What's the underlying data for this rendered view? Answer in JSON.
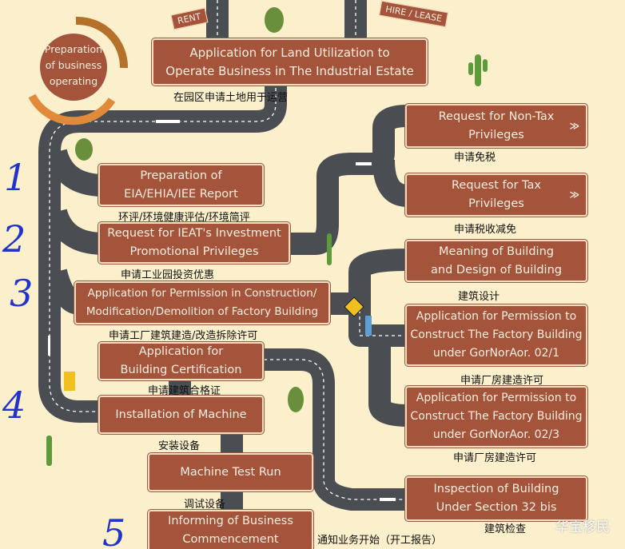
{
  "badge": "Preparation\nof business\noperating",
  "signs_top": {
    "rent": "RENT",
    "hire": "HIRE / LEASE"
  },
  "steps": {
    "land": {
      "en": "Application for Land Utilization to\nOperate Business in The Industrial Estate",
      "cn": "在园区申请土地用于运营"
    },
    "eia": {
      "en": "Preparation of\nEIA/EHIA/IEE Report",
      "cn": "环评/环境健康评估/环境简评"
    },
    "ieat": {
      "en": "Request for IEAT's Investment\nPromotional Privileges",
      "cn": "申请工业园投资优惠"
    },
    "construction": {
      "en": "Application for Permission in Construction/\nModification/Demolition of Factory Building",
      "cn": "申请工厂建筑建造/改造拆除许可"
    },
    "cert": {
      "en": "Application for\nBuilding Certification",
      "cn": "申请建筑合格证"
    },
    "install": {
      "en": "Installation of Machine",
      "cn": "安装设备"
    },
    "test": {
      "en": "Machine Test Run",
      "cn": "调试设备"
    },
    "inform": {
      "en": "Informing of Business\nCommencement",
      "cn": "通知业务开始（开工报告）"
    },
    "nontax": {
      "en": "Request for Non-Tax\nPrivileges",
      "cn": "申请免税"
    },
    "tax": {
      "en": "Request for Tax\nPrivileges",
      "cn": "申请税收减免"
    },
    "design": {
      "en": "Meaning of Building\nand Design of Building",
      "cn": "建筑设计"
    },
    "gn021": {
      "en": "Application for Permission to\nConstruct The Factory Building\nunder GorNorAor. 02/1",
      "cn": "申请厂房建造许可"
    },
    "gn023": {
      "en": "Application for Permission to\nConstruct The Factory Building\nunder GorNorAor. 02/3",
      "cn": "申请厂房建造许可"
    },
    "inspect": {
      "en": "Inspection of Building\nUnder Section 32 bis",
      "cn": "建筑检查"
    }
  },
  "numbers": [
    "1",
    "2",
    "3",
    "4",
    "5"
  ],
  "chevron": "≫",
  "watermark": "华宝移民"
}
